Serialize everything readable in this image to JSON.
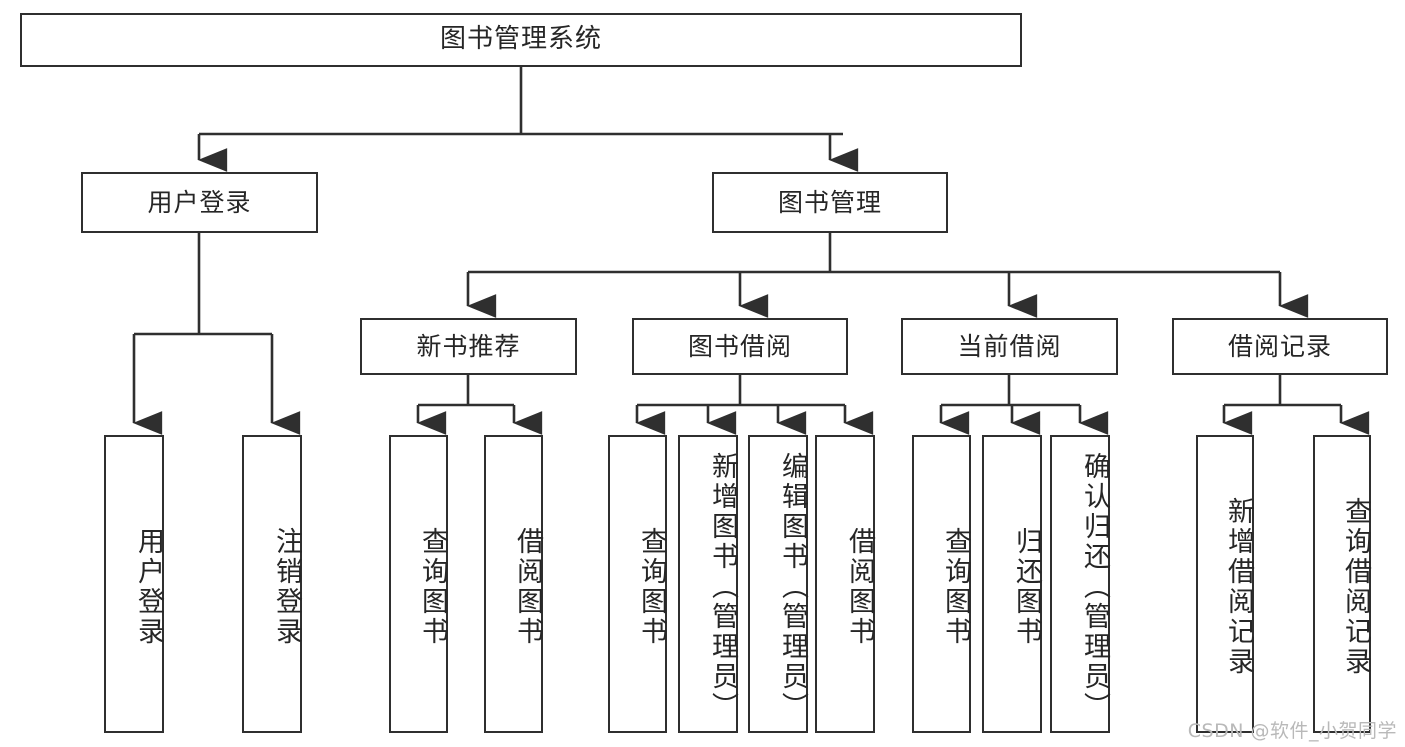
{
  "diagram": {
    "type": "tree",
    "title": "图书管理系统",
    "root": {
      "label": "图书管理系统"
    },
    "level1": [
      {
        "label": "用户登录"
      },
      {
        "label": "图书管理"
      }
    ],
    "level2": [
      {
        "label": "新书推荐"
      },
      {
        "label": "图书借阅"
      },
      {
        "label": "当前借阅"
      },
      {
        "label": "借阅记录"
      }
    ],
    "leaves": {
      "user_login": [
        {
          "label": "用户登录"
        },
        {
          "label": "注销登录"
        }
      ],
      "new_book_recommend": [
        {
          "label": "查询图书"
        },
        {
          "label": "借阅图书"
        }
      ],
      "book_borrow": [
        {
          "label": "查询图书"
        },
        {
          "label": "新增图书（管理员）"
        },
        {
          "label": "编辑图书（管理员）"
        },
        {
          "label": "借阅图书"
        }
      ],
      "current_borrow": [
        {
          "label": "查询图书"
        },
        {
          "label": "归还图书"
        },
        {
          "label": "确认归还（管理员）"
        }
      ],
      "borrow_record": [
        {
          "label": "新增借阅记录"
        },
        {
          "label": "查询借阅记录"
        }
      ]
    },
    "colors": {
      "stroke": "#2f2f2f",
      "fill": "#ffffff",
      "text": "#262626",
      "watermark": "#b9b9b9"
    }
  },
  "watermark": {
    "text": "CSDN @软件_小贺同学"
  }
}
